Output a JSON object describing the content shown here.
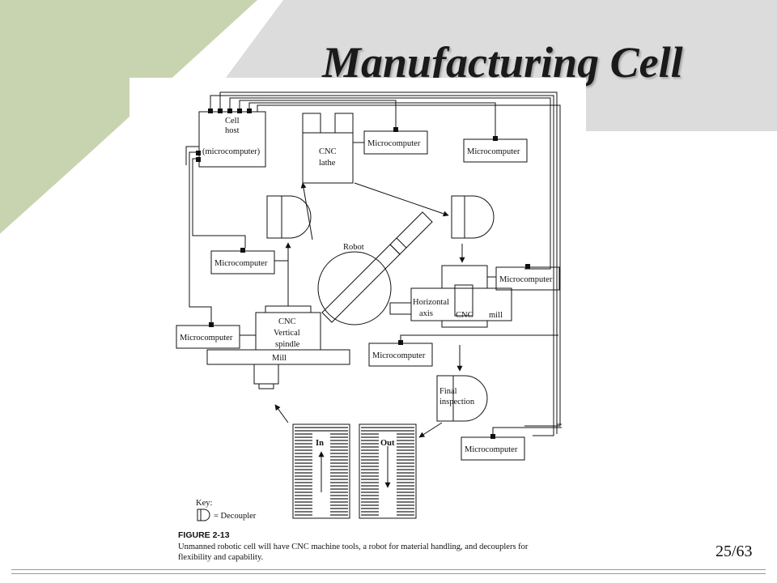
{
  "slide": {
    "title": "Manufacturing Cell",
    "page_number": "25/63",
    "colors": {
      "accent_green": "#c8d4b0",
      "accent_gray": "#dcdcdc"
    }
  },
  "diagram": {
    "cell_host": [
      "Cell",
      "host",
      "(microcomputer)"
    ],
    "microcomputer_label": "Microcomputer",
    "cnc_lathe": [
      "CNC",
      "lathe"
    ],
    "robot_label": "Robot",
    "horizontal_mill": [
      "Horizontal",
      "axis",
      "CNC",
      "mill"
    ],
    "vertical_mill": [
      "CNC",
      "Vertical",
      "spindle",
      "Mill"
    ],
    "final_inspection": [
      "Final",
      "inspection"
    ],
    "in_label": "In",
    "out_label": "Out",
    "key_label": "Key:",
    "key_item": "= Decoupler"
  },
  "caption": {
    "figure_number": "FIGURE 2-13",
    "lines": [
      "Unmanned robotic cell will have CNC machine tools, a robot for material handling, and decouplers for",
      "flexibility and capability."
    ]
  }
}
